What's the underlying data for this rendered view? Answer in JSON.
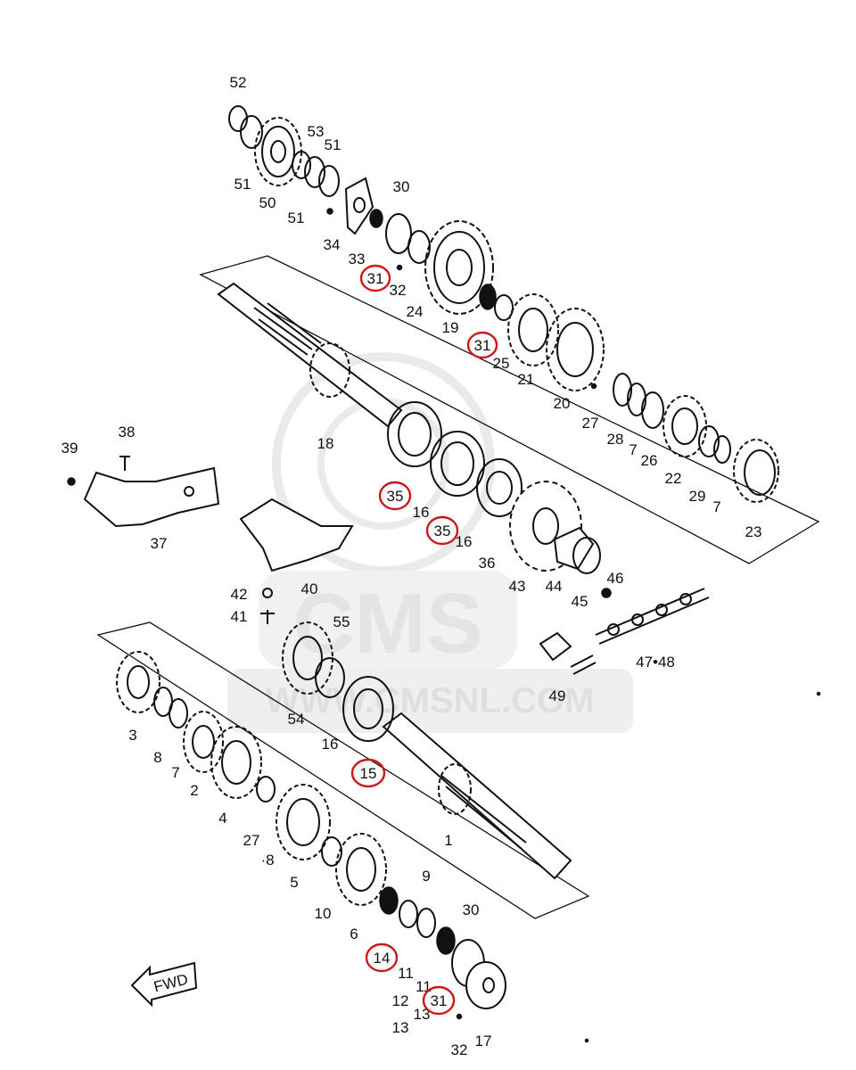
{
  "watermark": {
    "brand": "CMS",
    "site": "WWW.CMSNL.COM",
    "color": "#d9d9d9"
  },
  "direction_badge": {
    "text": "FWD",
    "icon": "arrow-left-icon"
  },
  "highlight_color": "#d0161b",
  "labels": [
    {
      "id": "l52",
      "text": "52"
    },
    {
      "id": "l51a",
      "text": "51"
    },
    {
      "id": "l50",
      "text": "50"
    },
    {
      "id": "l51b",
      "text": "51"
    },
    {
      "id": "l53",
      "text": "53"
    },
    {
      "id": "l51c",
      "text": "51"
    },
    {
      "id": "l30a",
      "text": "30"
    },
    {
      "id": "l34",
      "text": "34"
    },
    {
      "id": "l33",
      "text": "33"
    },
    {
      "id": "l31a",
      "text": "31"
    },
    {
      "id": "l32a",
      "text": "32"
    },
    {
      "id": "l24",
      "text": "24"
    },
    {
      "id": "l19",
      "text": "19"
    },
    {
      "id": "l31b",
      "text": "31"
    },
    {
      "id": "l25",
      "text": "25"
    },
    {
      "id": "l21",
      "text": "21"
    },
    {
      "id": "l20",
      "text": "20"
    },
    {
      "id": "l27a",
      "text": "27"
    },
    {
      "id": "l28",
      "text": "28"
    },
    {
      "id": "l7a",
      "text": "7"
    },
    {
      "id": "l26",
      "text": "26"
    },
    {
      "id": "l22",
      "text": "22"
    },
    {
      "id": "l29",
      "text": "29"
    },
    {
      "id": "l7b",
      "text": "7"
    },
    {
      "id": "l23",
      "text": "23"
    },
    {
      "id": "l18",
      "text": "18"
    },
    {
      "id": "l35a",
      "text": "35"
    },
    {
      "id": "l16a",
      "text": "16"
    },
    {
      "id": "l35b",
      "text": "35"
    },
    {
      "id": "l16b",
      "text": "16"
    },
    {
      "id": "l36",
      "text": "36"
    },
    {
      "id": "l43",
      "text": "43"
    },
    {
      "id": "l44",
      "text": "44"
    },
    {
      "id": "l45",
      "text": "45"
    },
    {
      "id": "l46",
      "text": "46"
    },
    {
      "id": "l4748",
      "text": "47•48"
    },
    {
      "id": "l49",
      "text": "49"
    },
    {
      "id": "l39",
      "text": "39"
    },
    {
      "id": "l38",
      "text": "38"
    },
    {
      "id": "l37",
      "text": "37"
    },
    {
      "id": "l40",
      "text": "40"
    },
    {
      "id": "l42",
      "text": "42"
    },
    {
      "id": "l41",
      "text": "41"
    },
    {
      "id": "l55",
      "text": "55"
    },
    {
      "id": "l54",
      "text": "54"
    },
    {
      "id": "l16c",
      "text": "16"
    },
    {
      "id": "l15",
      "text": "15"
    },
    {
      "id": "l3",
      "text": "3"
    },
    {
      "id": "l8a",
      "text": "8"
    },
    {
      "id": "l7c",
      "text": "7"
    },
    {
      "id": "l2",
      "text": "2"
    },
    {
      "id": "l4",
      "text": "4"
    },
    {
      "id": "l27b",
      "text": "27"
    },
    {
      "id": "l8b",
      "text": "·8"
    },
    {
      "id": "l5",
      "text": "5"
    },
    {
      "id": "l10",
      "text": "10"
    },
    {
      "id": "l6",
      "text": "6"
    },
    {
      "id": "l1",
      "text": "1"
    },
    {
      "id": "l9",
      "text": "9"
    },
    {
      "id": "l30b",
      "text": "30"
    },
    {
      "id": "l14",
      "text": "14"
    },
    {
      "id": "l11a",
      "text": "11"
    },
    {
      "id": "l11b",
      "text": "11"
    },
    {
      "id": "l12",
      "text": "12"
    },
    {
      "id": "l13a",
      "text": "13"
    },
    {
      "id": "l13b",
      "text": "13"
    },
    {
      "id": "l31c",
      "text": "31"
    },
    {
      "id": "l32b",
      "text": "32"
    },
    {
      "id": "l17",
      "text": "17"
    }
  ],
  "highlighted_labels": [
    "l31a",
    "l31b",
    "l35a",
    "l35b",
    "l15",
    "l14",
    "l31c"
  ]
}
